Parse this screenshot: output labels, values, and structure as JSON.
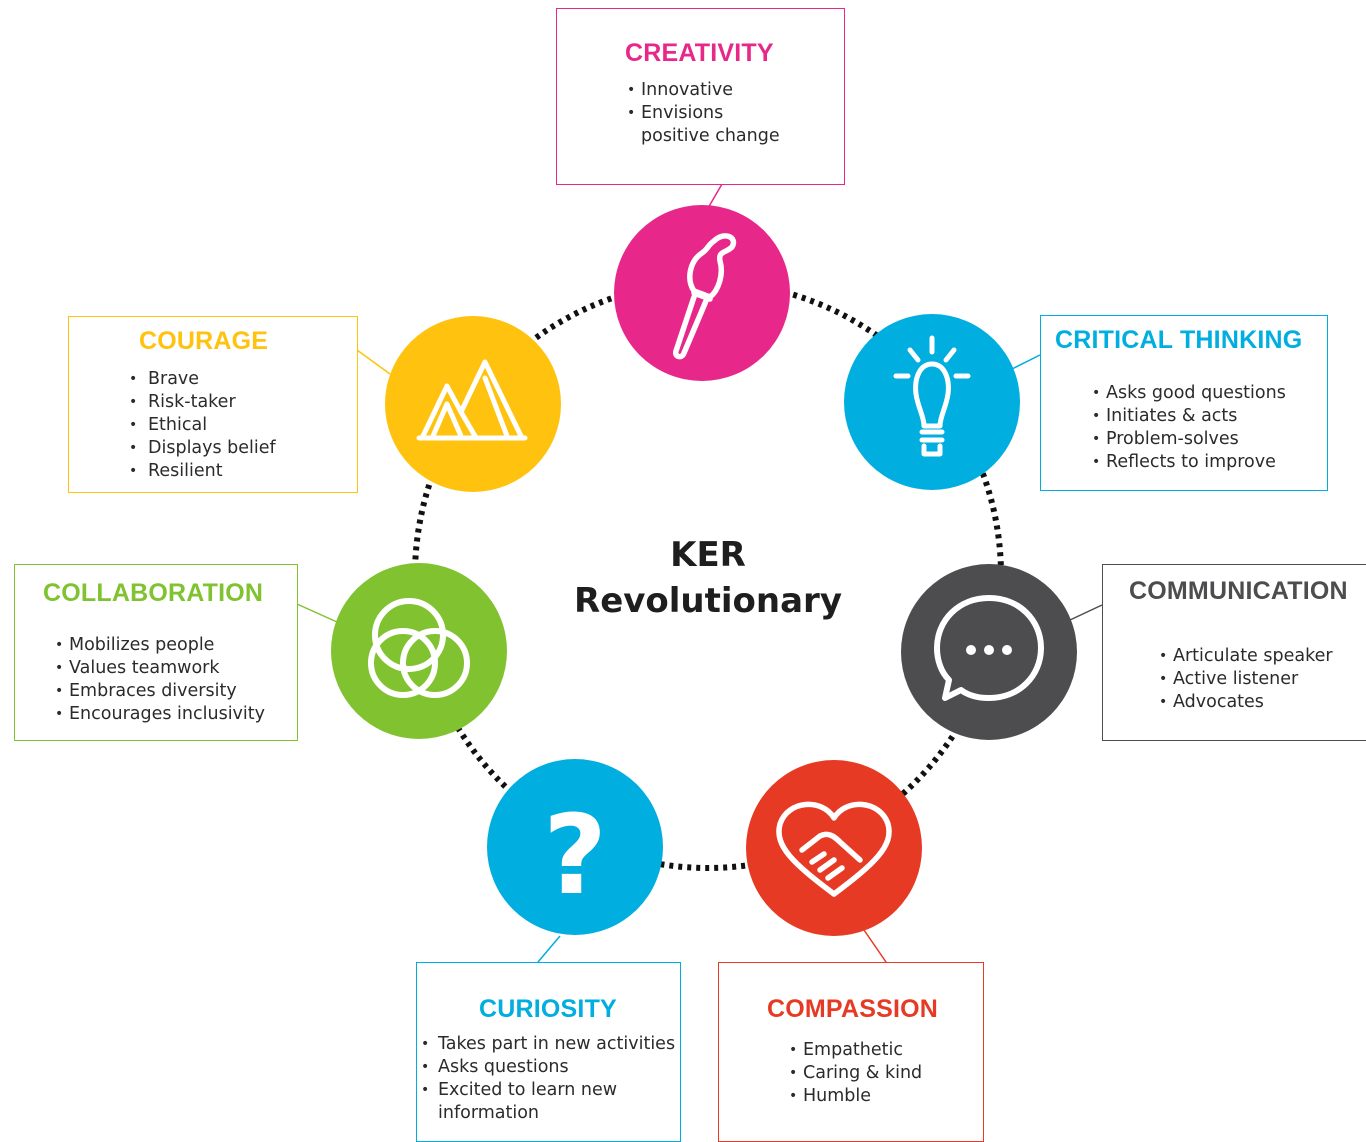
{
  "center": {
    "line1": "KER",
    "line2": "Revolutionary"
  },
  "colors": {
    "creativity": "#E7278A",
    "critical_thinking": "#00AEDF",
    "communication": "#4D4D4F",
    "compassion": "#E63A24",
    "curiosity": "#00AEDF",
    "collaboration": "#80C22F",
    "courage": "#FFC20E"
  },
  "traits": {
    "creativity": {
      "title": "CREATIVITY",
      "icon": "paintbrush-icon",
      "items": [
        "Innovative",
        "Envisions\npositive change"
      ]
    },
    "critical_thinking": {
      "title": "CRITICAL THINKING",
      "icon": "lightbulb-icon",
      "items": [
        "Asks good questions",
        "Initiates & acts",
        "Problem-solves",
        "Reflects to improve"
      ]
    },
    "communication": {
      "title": "COMMUNICATION",
      "icon": "speech-bubble-icon",
      "items": [
        "Articulate speaker",
        "Active listener",
        "Advocates"
      ]
    },
    "compassion": {
      "title": "COMPASSION",
      "icon": "heart-handshake-icon",
      "items": [
        "Empathetic",
        "Caring & kind",
        "Humble"
      ]
    },
    "curiosity": {
      "title": "CURIOSITY",
      "icon": "question-mark-icon",
      "items": [
        "Takes part in new activities",
        "Asks questions",
        "Excited to learn new\ninformation"
      ]
    },
    "collaboration": {
      "title": "COLLABORATION",
      "icon": "interlocking-circles-icon",
      "items": [
        "Mobilizes people",
        "Values teamwork",
        "Embraces diversity",
        "Encourages inclusivity"
      ]
    },
    "courage": {
      "title": "COURAGE",
      "icon": "mountains-icon",
      "items": [
        "Brave",
        "Risk-taker",
        "Ethical",
        "Displays belief",
        "Resilient"
      ]
    }
  }
}
